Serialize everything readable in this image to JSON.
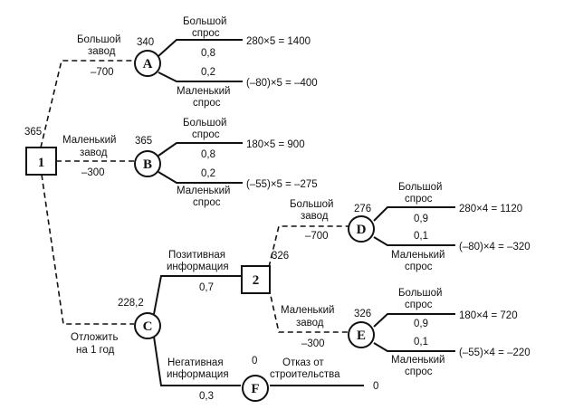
{
  "nodes": {
    "n1": {
      "label": "1",
      "value": "365"
    },
    "A": {
      "label": "A",
      "value": "340"
    },
    "B": {
      "label": "B",
      "value": "365"
    },
    "C": {
      "label": "C",
      "value": "228,2"
    },
    "n2": {
      "label": "2",
      "value": "326"
    },
    "D": {
      "label": "D",
      "value": "276"
    },
    "E": {
      "label": "E",
      "value": "326"
    },
    "F": {
      "label": "F",
      "value": "0"
    }
  },
  "branches": {
    "big_plant": {
      "line1": "Большой",
      "line2": "завод",
      "cost": "–700"
    },
    "small_plant": {
      "line1": "Маленький",
      "line2": "завод",
      "cost": "–300"
    },
    "postpone": {
      "line1": "Отложить",
      "line2": "на 1 год"
    },
    "positive": {
      "line1": "Позитивная",
      "line2": "информация",
      "prob": "0,7"
    },
    "negative": {
      "line1": "Негативная",
      "line2": "информация",
      "prob": "0,3"
    },
    "big_plant2": {
      "line1": "Большой",
      "line2": "завод",
      "cost": "–700"
    },
    "small_plant2": {
      "line1": "Маленький",
      "line2": "завод",
      "cost": "–300"
    },
    "refuse": {
      "line1": "Отказ от",
      "line2": "строительства",
      "payoff": "0"
    }
  },
  "outcomes": {
    "A": {
      "high_line1": "Большой",
      "high_line2": "спрос",
      "p_high": "0,8",
      "payoff_high": "280×5 = 1400",
      "low_line1": "Маленький",
      "low_line2": "спрос",
      "p_low": "0,2",
      "payoff_low": "(–80)×5 = –400"
    },
    "B": {
      "high_line1": "Большой",
      "high_line2": "спрос",
      "p_high": "0,8",
      "payoff_high": "180×5 = 900",
      "low_line1": "Маленький",
      "low_line2": "спрос",
      "p_low": "0,2",
      "payoff_low": "(–55)×5 = –275"
    },
    "D": {
      "high_line1": "Большой",
      "high_line2": "спрос",
      "p_high": "0,9",
      "payoff_high": "280×4 = 1120",
      "low_line1": "Маленький",
      "low_line2": "спрос",
      "p_low": "0,1",
      "payoff_low": "(–80)×4 = –320"
    },
    "E": {
      "high_line1": "Большой",
      "high_line2": "спрос",
      "p_high": "0,9",
      "payoff_high": "180×4 = 720",
      "low_line1": "Маленький",
      "low_line2": "спрос",
      "p_low": "0,1",
      "payoff_low": "(–55)×4 = –220"
    }
  }
}
